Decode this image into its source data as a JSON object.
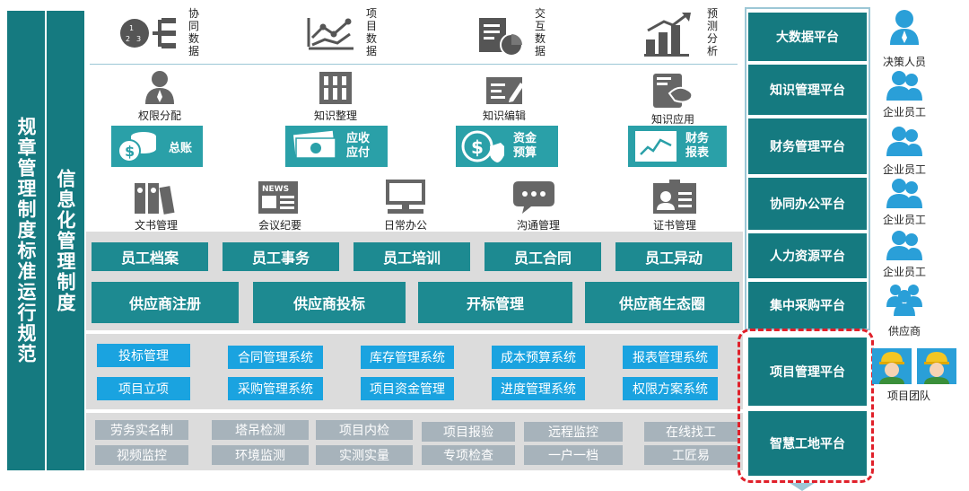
{
  "side": {
    "left_title": "规章管理制度标准运行规范",
    "inner_title": "信息化管理制度"
  },
  "data_row": [
    "协同数据",
    "项目数据",
    "交互数据",
    "预测分析"
  ],
  "func_row": [
    "权限分配",
    "知识整理",
    "知识编辑",
    "知识应用"
  ],
  "finance_row": [
    "总账",
    "应收应付",
    "资金预算",
    "财务报表"
  ],
  "office_row": [
    "文书管理",
    "会议纪要",
    "日常办公",
    "沟通管理",
    "证书管理"
  ],
  "hr_row": [
    "员工档案",
    "员工事务",
    "员工培训",
    "员工合同",
    "员工异动"
  ],
  "supply_row": [
    "供应商注册",
    "供应商投标",
    "开标管理",
    "供应商生态圈"
  ],
  "project_systems": {
    "row1": [
      "投标管理",
      "合同管理系统",
      "库存管理系统",
      "成本预算系统",
      "报表管理系统"
    ],
    "row2": [
      "项目立项",
      "采购管理系统",
      "项目资金管理",
      "进度管理系统",
      "权限方案系统"
    ]
  },
  "site_systems": {
    "row1": [
      "劳务实名制",
      "塔吊检测",
      "项目内检",
      "项目报验",
      "远程监控"
    ],
    "row2": [
      "视频监控",
      "环境监测",
      "实测实量",
      "专项检查",
      "一户一档"
    ],
    "side": [
      "在线找工",
      "工匠易"
    ]
  },
  "platforms": [
    "大数据平台",
    "知识管理平台",
    "财务管理平台",
    "协同办公平台",
    "人力资源平台",
    "集中采购平台",
    "项目管理平台",
    "智慧工地平台"
  ],
  "users": [
    "决策人员",
    "企业员工",
    "企业员工",
    "企业员工",
    "企业员工",
    "供应商",
    "项目团队"
  ],
  "colors": {
    "teal": "#157a80",
    "blue": "#1aa3e0",
    "gray": "#a7b3bb",
    "highlight": "#e0202a"
  }
}
